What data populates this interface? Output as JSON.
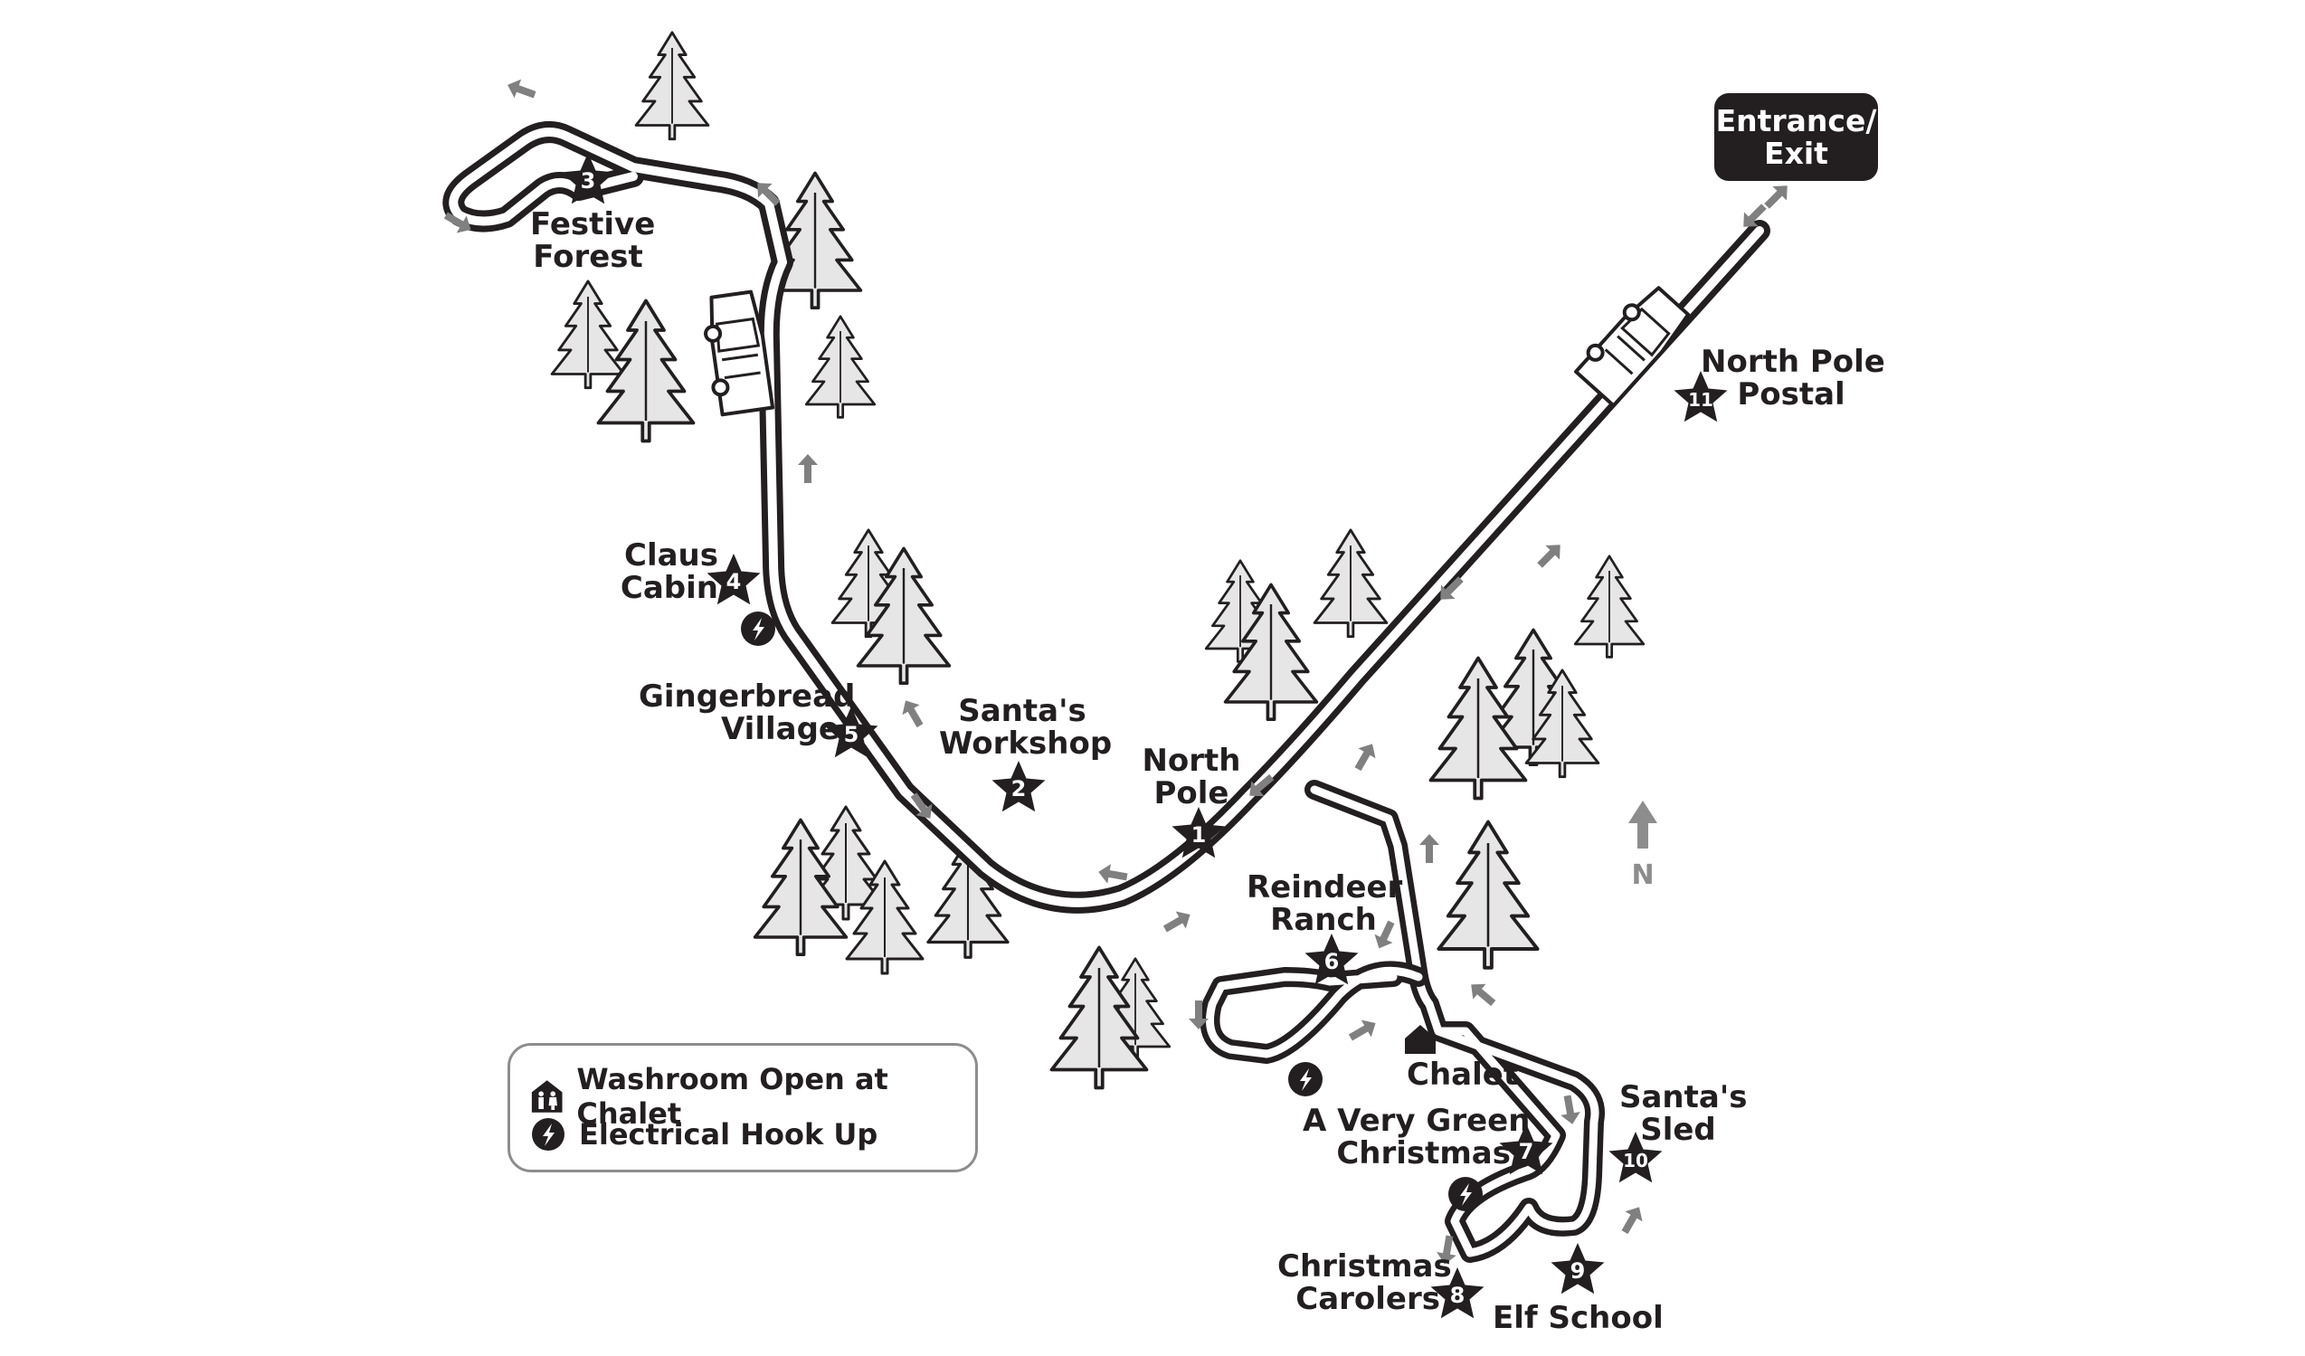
{
  "map": {
    "entrance_label": "Entrance/ Exit",
    "entrance_line1": "Entrance/",
    "entrance_line2": "Exit",
    "north": "N",
    "stops": [
      {
        "num": "1",
        "line1": "North",
        "line2": "Pole"
      },
      {
        "num": "2",
        "line1": "Santa's",
        "line2": "Workshop"
      },
      {
        "num": "3",
        "line1": "Festive",
        "line2": "Forest"
      },
      {
        "num": "4",
        "line1": "Claus",
        "line2": "Cabin"
      },
      {
        "num": "5",
        "line1": "Gingerbread",
        "line2": "Village"
      },
      {
        "num": "6",
        "line1": "Reindeer",
        "line2": "Ranch"
      },
      {
        "num": "7",
        "line1": "A Very Green",
        "line2": "Christmas"
      },
      {
        "num": "8",
        "line1": "Christmas",
        "line2": "Carolers"
      },
      {
        "num": "9",
        "line1": "Elf School",
        "line2": ""
      },
      {
        "num": "10",
        "line1": "Santa's",
        "line2": "Sled"
      },
      {
        "num": "11",
        "line1": "North Pole",
        "line2": "Postal"
      }
    ],
    "chalet_label": "Chalet",
    "legend": {
      "washroom": "Washroom Open at Chalet",
      "electrical": "Electrical Hook Up"
    },
    "icons": [
      "star-marker-icon",
      "lightning-bolt-icon",
      "washroom-icon",
      "chalet-icon",
      "tree-icon",
      "car-icon",
      "arrow-icon",
      "north-arrow-icon"
    ],
    "colors": {
      "ink": "#231f20",
      "arrow": "#808080",
      "tree_fill": "#e6e6e6",
      "legend_border": "#8d8d8d"
    }
  }
}
